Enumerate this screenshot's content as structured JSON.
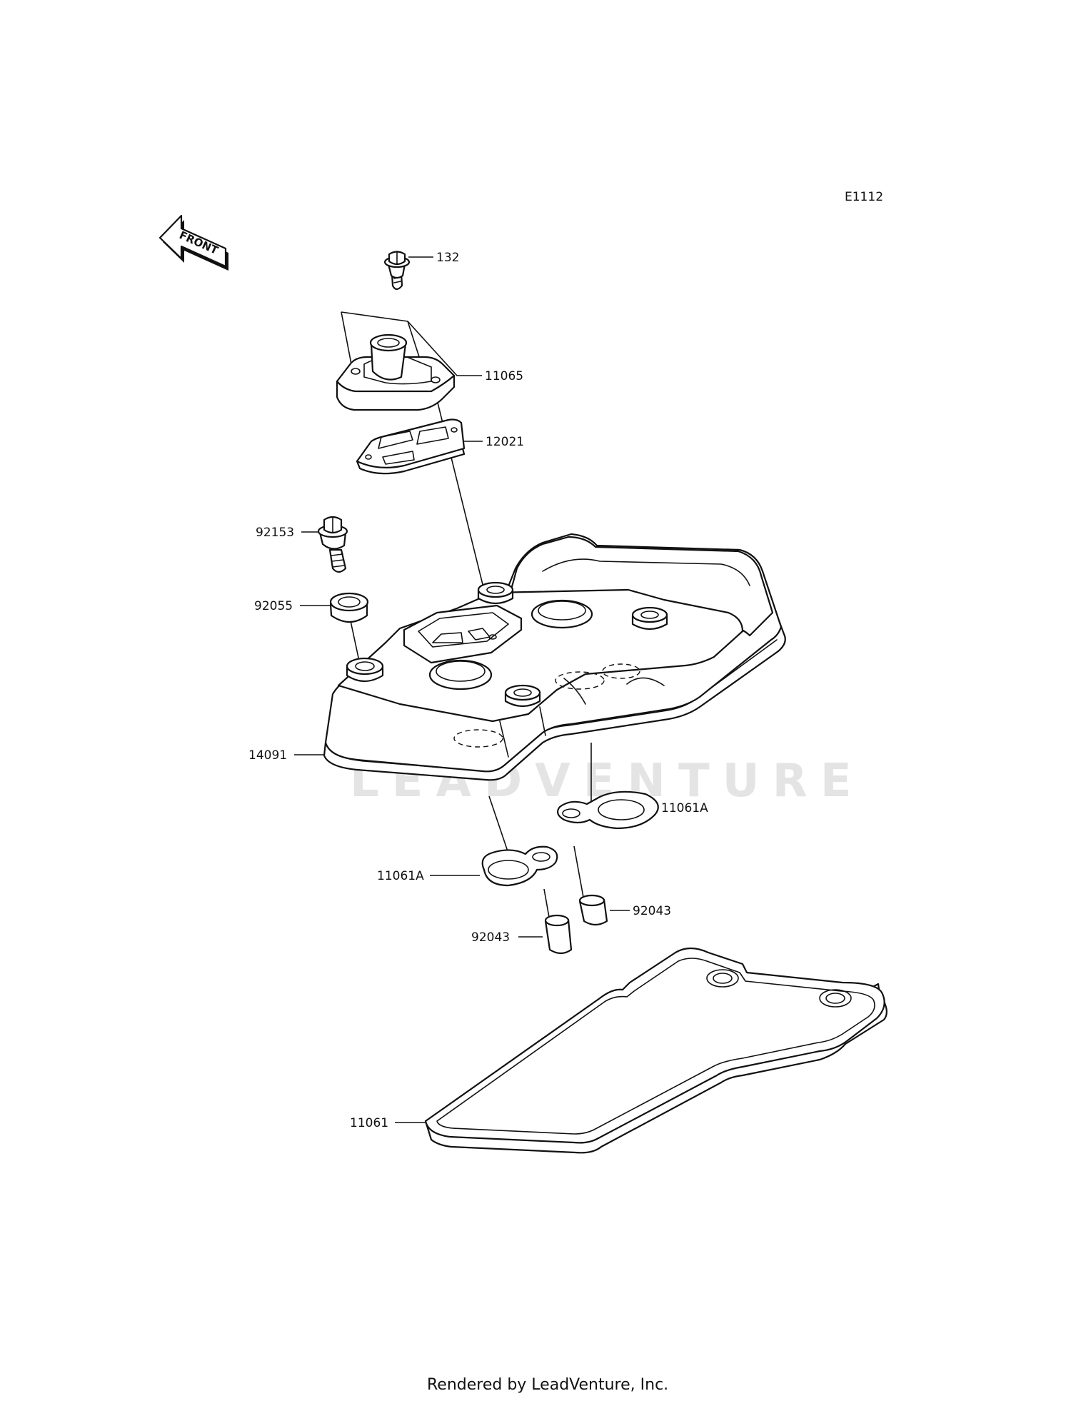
{
  "diagram_code": "E1112",
  "front_arrow": {
    "label": "FRONT",
    "icon": "front-direction-arrow-icon"
  },
  "watermark": "LEADVENTURE",
  "footer": "Rendered by LeadVenture, Inc.",
  "labels": {
    "bolt_top": "132",
    "breather_cover": "11065",
    "breather_gasket": "12021",
    "cover_bolt": "92153",
    "grommet": "92055",
    "head_cover": "14091",
    "plug_gasket_right": "11061A",
    "plug_gasket_left": "11061A",
    "dowel_right": "92043",
    "dowel_left": "92043",
    "cover_gasket": "11061"
  }
}
